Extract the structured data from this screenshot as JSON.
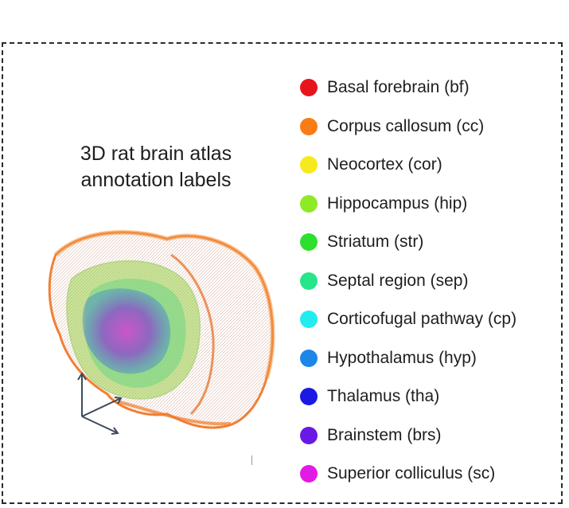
{
  "figure": {
    "title_lines": [
      "3D rat brain atlas",
      "annotation labels"
    ]
  },
  "legend": {
    "items": [
      {
        "label": "Basal forebrain (bf)",
        "color": "#e8141c"
      },
      {
        "label": "Corpus callosum (cc)",
        "color": "#f97c14"
      },
      {
        "label": "Neocortex (cor)",
        "color": "#f6ea1c"
      },
      {
        "label": "Hippocampus (hip)",
        "color": "#8eea24"
      },
      {
        "label": "Striatum (str)",
        "color": "#2de02e"
      },
      {
        "label": "Septal region (sep)",
        "color": "#26e58a"
      },
      {
        "label": "Corticofugal pathway (cp)",
        "color": "#22ecee"
      },
      {
        "label": "Hypothalamus (hyp)",
        "color": "#1e86e8"
      },
      {
        "label": "Thalamus (tha)",
        "color": "#1a1ae4"
      },
      {
        "label": "Brainstem (brs)",
        "color": "#6a18e6"
      },
      {
        "label": "Superior colliculus (sc)",
        "color": "#e21ae6"
      }
    ]
  },
  "colors": {
    "brain_outer": "#d9a58a",
    "brain_outline": "#f07a2a",
    "axes": "#3e4a5c"
  },
  "icons": {
    "axes": "orientation-axes-icon"
  }
}
